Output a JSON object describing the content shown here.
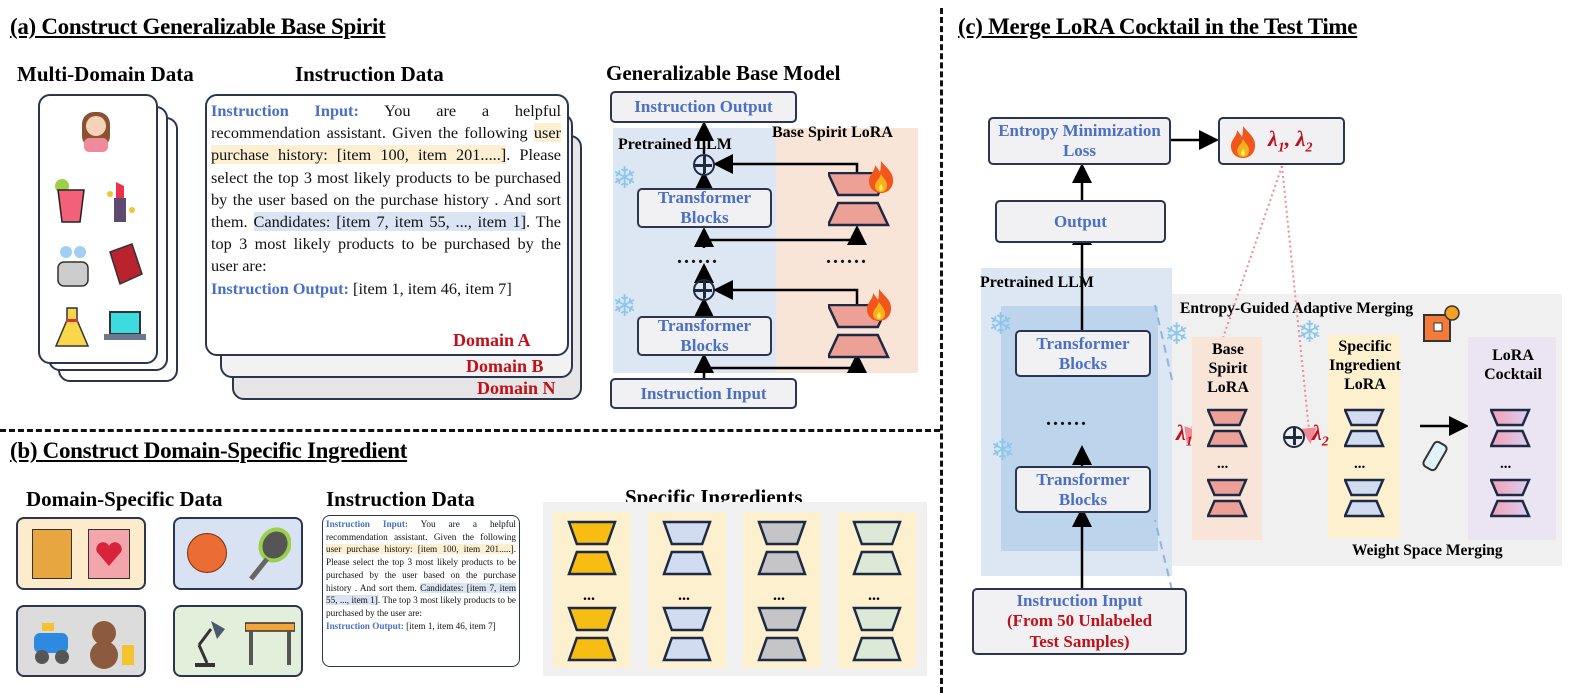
{
  "panel_a": {
    "title": "(a) Construct Generalizable Base Spirit",
    "multi_domain_label": "Multi-Domain Data",
    "instruction_data_label": "Instruction Data",
    "instruction": {
      "input_key": "Instruction Input:",
      "t1": " You are a helpful recommendation assistant. Given the following ",
      "hl_history": "user purchase history: [item 100, item 201.....]",
      "t2": ". Please select the top 3 most likely products to be purchased by the user based on the purchase history . And sort them. ",
      "hl_candidates": "Candidates: [item 7, item 55, ..., item 1]",
      "t3": ". The top 3 most likely products to be purchased by the user are:",
      "output_key": "Instruction Output:",
      "output_value": " [item 1, item 46, item 7]"
    },
    "domains": [
      "Domain A",
      "Domain B",
      "Domain N"
    ],
    "model_label": "Generalizable Base Model",
    "instruction_output": "Instruction Output",
    "pretrained_llm": "Pretrained LLM",
    "base_spirit_lora": "Base Spirit LoRA",
    "transformer_blocks": "Transformer Blocks",
    "dots": "......",
    "instruction_input": "Instruction Input"
  },
  "panel_b": {
    "title": "(b) Construct Domain-Specific Ingredient",
    "domain_specific_label": "Domain-Specific Data",
    "instruction_data_label": "Instruction Data",
    "specific_ingredients_label": "Specific Ingredients",
    "ingredient_dots": "..."
  },
  "panel_c": {
    "title": "(c) Merge LoRA Cocktail in the Test Time",
    "entropy_loss": "Entropy Minimization Loss",
    "lambdas": "λ1, λ2",
    "lambda1": "λ1",
    "lambda2": "λ2",
    "output": "Output",
    "pretrained_llm": "Pretrained LLM",
    "transformer_blocks": "Transformer Blocks",
    "dots": "......",
    "instruction_input": "Instruction Input",
    "input_note": "(From 50 Unlabeled Test Samples)",
    "merging_label": "Entropy-Guided Adaptive Merging",
    "base_spirit_lora": "Base Spirit LoRA",
    "specific_ingredient_lora": "Specific Ingredient LoRA",
    "lora_cocktail": "LoRA Cocktail",
    "weight_space_merging": "Weight Space Merging",
    "stack_dots": "..."
  },
  "colors": {
    "accent_blue": "#4a6fc4",
    "accent_red": "#c0111a",
    "base_lora": "#eda196",
    "ingredient_gold": "#f7bd12",
    "ingredient_blue": "#d2dcf0",
    "ingredient_gray": "#c5c5c8",
    "ingredient_green": "#dbe9d6"
  },
  "icons": [
    "woman-avatar-icon",
    "drink-icon",
    "lipstick-icon",
    "earbuds-icon",
    "book-icon",
    "dress-icon",
    "laptop-icon",
    "snowflake-icon",
    "fire-icon",
    "cocktail-icon",
    "shaker-icon",
    "basketball-icon",
    "tennis-racket-icon",
    "toy-car-icon",
    "teddy-bear-icon",
    "lamp-icon",
    "table-icon",
    "movie-icon",
    "romance-icon"
  ]
}
